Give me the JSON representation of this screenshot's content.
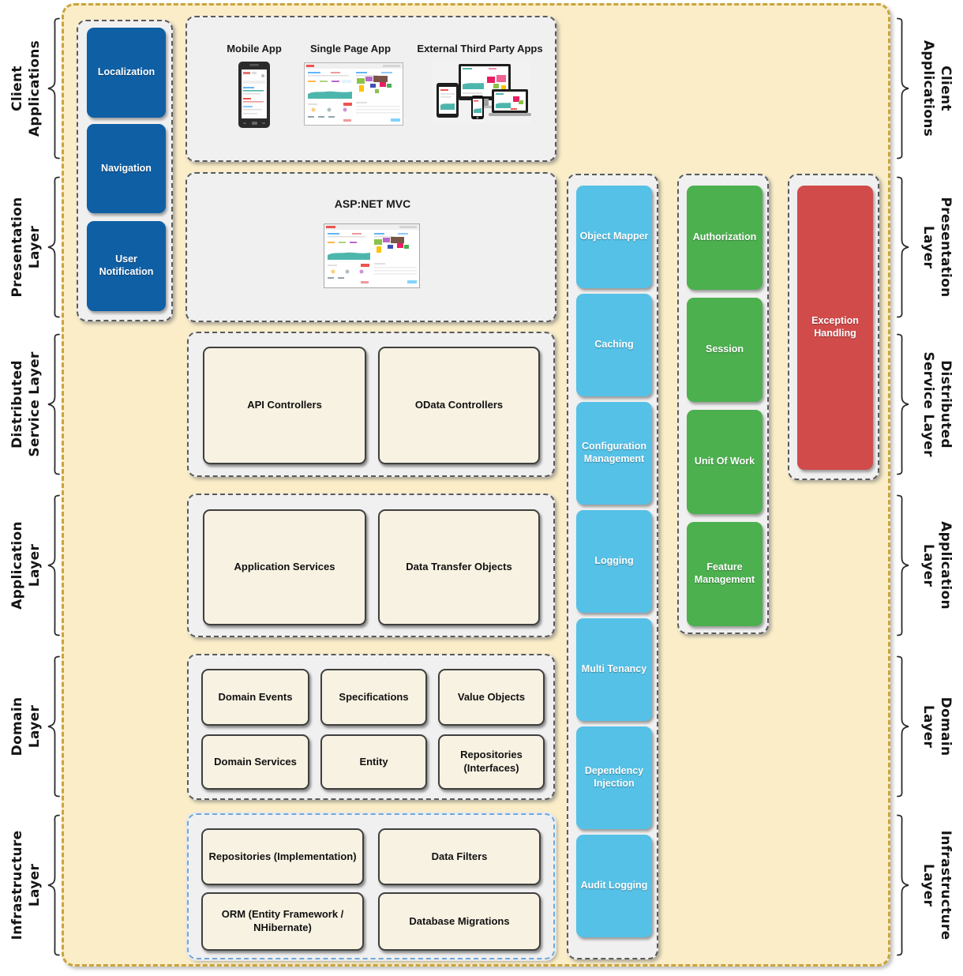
{
  "colors": {
    "canvas_bg": "#FAEDC8",
    "canvas_border": "#C9A43E",
    "panel_bg": "#F0F0F0",
    "panel_border": "#5A5A5A",
    "infrastructure_panel_border": "#6FA8DC",
    "blue_box": "#0F5FA4",
    "cyan_box": "#55C1E7",
    "green_box": "#4CB04E",
    "red_box": "#D14B4B",
    "cream_box": "#F8F2E2"
  },
  "layer_labels": [
    {
      "line1": "Client",
      "line2": "Applications"
    },
    {
      "line1": "Presentation",
      "line2": "Layer"
    },
    {
      "line1": "Distributed",
      "line2": "Service Layer"
    },
    {
      "line1": "Application",
      "line2": "Layer"
    },
    {
      "line1": "Domain",
      "line2": "Layer"
    },
    {
      "line1": "Infrastructure",
      "line2": "Layer"
    }
  ],
  "left_column": {
    "items": [
      {
        "label": "Localization"
      },
      {
        "label": "Navigation"
      },
      {
        "label": "User Notification"
      }
    ]
  },
  "client_apps": {
    "items": [
      {
        "label": "Mobile App"
      },
      {
        "label": "Single Page App"
      },
      {
        "label": "External Third Party Apps"
      }
    ]
  },
  "presentation": {
    "title": "ASP:NET MVC"
  },
  "distributed_service": {
    "items": [
      {
        "label": "API Controllers"
      },
      {
        "label": "OData Controllers"
      }
    ]
  },
  "application_layer": {
    "items": [
      {
        "label": "Application Services"
      },
      {
        "label": "Data Transfer Objects"
      }
    ]
  },
  "domain_layer": {
    "items": [
      {
        "label": "Domain Events"
      },
      {
        "label": "Specifications"
      },
      {
        "label": "Value Objects"
      },
      {
        "label": "Domain Services"
      },
      {
        "label": "Entity"
      },
      {
        "label": "Repositories (Interfaces)"
      }
    ]
  },
  "infrastructure_layer": {
    "items": [
      {
        "label": "Repositories (Implementation)"
      },
      {
        "label": "Data Filters"
      },
      {
        "label": "ORM (Entity Framework / NHibernate)"
      },
      {
        "label": "Database Migrations"
      }
    ]
  },
  "cross_cutting": {
    "column1": {
      "items": [
        {
          "label": "Object Mapper"
        },
        {
          "label": "Caching"
        },
        {
          "label": "Configuration Management"
        },
        {
          "label": "Logging"
        },
        {
          "label": "Multi Tenancy"
        },
        {
          "label": "Dependency Injection"
        },
        {
          "label": "Audit Logging"
        }
      ]
    },
    "column2": {
      "items": [
        {
          "label": "Authorization"
        },
        {
          "label": "Session"
        },
        {
          "label": "Unit Of Work"
        },
        {
          "label": "Feature Management"
        }
      ]
    },
    "column3": {
      "items": [
        {
          "label": "Exception Handling"
        }
      ]
    }
  }
}
